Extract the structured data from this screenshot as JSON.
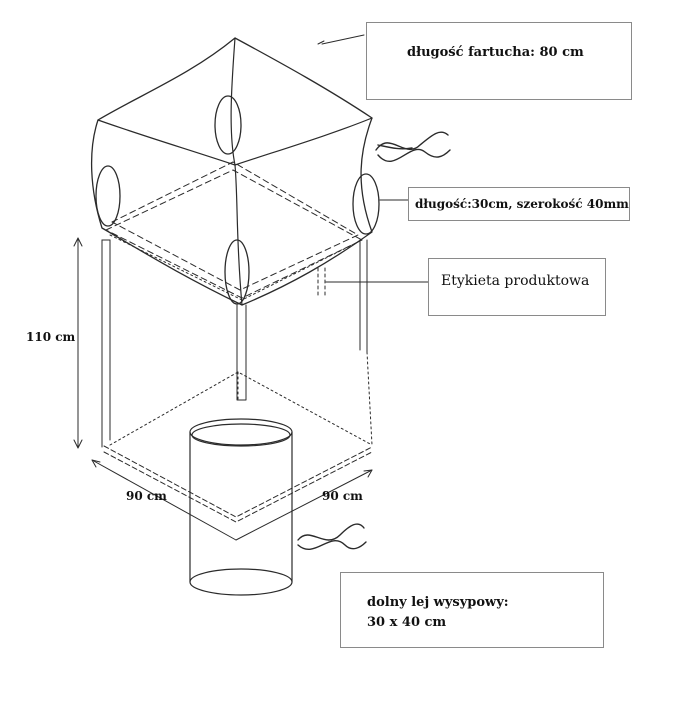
{
  "callouts": {
    "apron_length": "długość fartucha: 80 cm",
    "loop_dims": "długość:30cm, szerokość 40mm",
    "product_label": "Etykieta produktowa",
    "bottom_spout_line1": "dolny lej wysypowy:",
    "bottom_spout_line2": "30 x 40 cm"
  },
  "dimensions": {
    "height": "110 cm",
    "width_left": "90 cm",
    "width_right": "90 cm"
  }
}
